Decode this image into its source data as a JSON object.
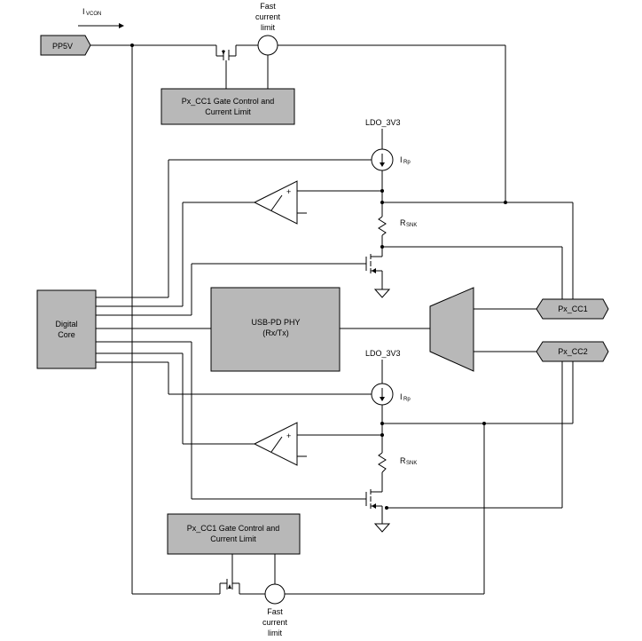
{
  "current_label": {
    "main": "I",
    "sub": "VCON"
  },
  "ports": {
    "pp5v": "PP5V",
    "cc1": "Px_CC1",
    "cc2": "Px_CC2"
  },
  "blocks": {
    "gate_control_top": {
      "line1": "Px_CC1 Gate Control and",
      "line2": "Current Limit"
    },
    "gate_control_bottom": {
      "line1": "Px_CC1 Gate Control and",
      "line2": "Current Limit"
    },
    "digital_core": {
      "line1": "Digital",
      "line2": "Core"
    },
    "phy": {
      "line1": "USB-PD PHY",
      "line2": "(Rx/Tx)"
    }
  },
  "fast_current_limit_top": {
    "line1": "Fast",
    "line2": "current",
    "line3": "limit"
  },
  "fast_current_limit_bottom": {
    "line1": "Fast",
    "line2": "current",
    "line3": "limit"
  },
  "ldo_top": "LDO_3V3",
  "ldo_bottom": "LDO_3V3",
  "irp_top": {
    "main": "I",
    "sub": "Rp"
  },
  "irp_bottom": {
    "main": "I",
    "sub": "Rp"
  },
  "rsnk_top": {
    "main": "R",
    "sub": "SNK"
  },
  "rsnk_bottom": {
    "main": "R",
    "sub": "SNK"
  },
  "comparator_signs": {
    "plus": "+",
    "minus": "−"
  }
}
